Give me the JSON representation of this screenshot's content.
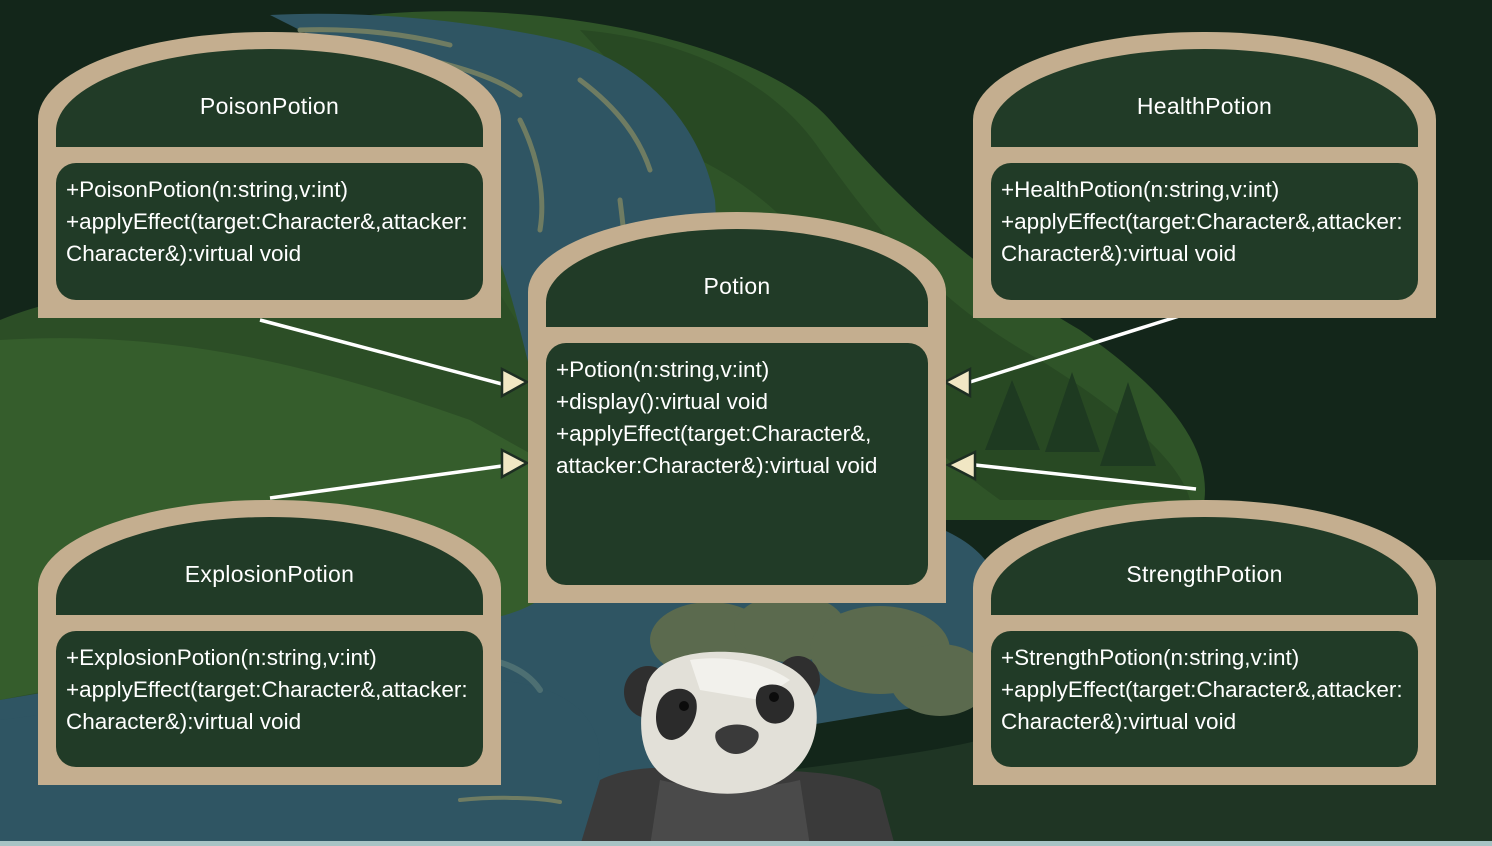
{
  "diagram": {
    "classes": {
      "poison": {
        "name": "PoisonPotion",
        "methods": [
          "+PoisonPotion(n:string,v:int)",
          "+applyEffect(target:Character&,attacker:Character&):virtual void"
        ]
      },
      "health": {
        "name": "HealthPotion",
        "methods": [
          "+HealthPotion(n:string,v:int)",
          "+applyEffect(target:Character&,attacker:Character&):virtual void"
        ]
      },
      "potion": {
        "name": "Potion",
        "methods": [
          "+Potion(n:string,v:int)",
          "+display():virtual void",
          "+applyEffect(target:Character&, attacker:Character&):virtual void"
        ]
      },
      "explosion": {
        "name": "ExplosionPotion",
        "methods": [
          "+ExplosionPotion(n:string,v:int)",
          "+applyEffect(target:Character&,attacker:Character&):virtual void"
        ]
      },
      "strength": {
        "name": "StrengthPotion",
        "methods": [
          "+StrengthPotion(n:string,v:int)",
          "+applyEffect(target:Character&,attacker:Character&):virtual void"
        ]
      }
    },
    "relations": [
      {
        "from": "PoisonPotion",
        "to": "Potion",
        "type": "inheritance"
      },
      {
        "from": "HealthPotion",
        "to": "Potion",
        "type": "inheritance"
      },
      {
        "from": "ExplosionPotion",
        "to": "Potion",
        "type": "inheritance"
      },
      {
        "from": "StrengthPotion",
        "to": "Potion",
        "type": "inheritance"
      }
    ]
  },
  "colors": {
    "background": "#13261a",
    "frame": "#c4ae8f",
    "panel": "#213b27",
    "text": "#ffffff",
    "arrow_fill": "#f1e7c4"
  },
  "illustration": [
    "forest-background",
    "waterfall",
    "pine-trees",
    "panda-mascot"
  ]
}
